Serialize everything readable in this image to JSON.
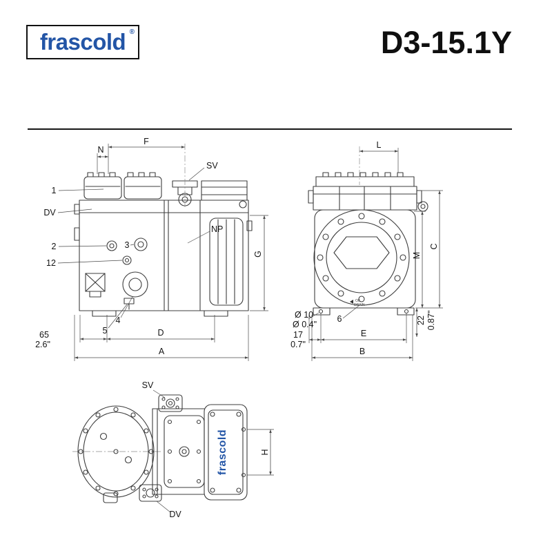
{
  "header": {
    "logo": "frascold",
    "registered": "®",
    "model": "D3-15.1Y"
  },
  "side_view": {
    "dim_f": "F",
    "dim_n": "N",
    "valve_sv": "SV",
    "callout_1": "1",
    "valve_dv": "DV",
    "callout_2": "2",
    "callout_3": "3",
    "callout_12": "12",
    "plug_np": "NP",
    "dim_g": "G",
    "callout_4": "4",
    "callout_5": "5",
    "dim_d": "D",
    "offset_mm": "65",
    "offset_in": "2.6\"",
    "dim_a": "A"
  },
  "front_view": {
    "dim_l": "L",
    "dim_c": "C",
    "dim_m": "M",
    "hole_dia_mm": "Ø 10",
    "hole_dia_in": "Ø 0.4\"",
    "callout_6": "6",
    "offset_mm": "17",
    "offset_in": "0.7\"",
    "dim_e": "E",
    "dim_b": "B",
    "height_mm": "22",
    "height_in": "0.87\"",
    "oil_drain_line1": "OIL",
    "oil_drain_line2": "DRAIN"
  },
  "top_view": {
    "valve_sv": "SV",
    "dim_h": "H",
    "valve_dv": "DV",
    "brand_plate": "frascold"
  }
}
